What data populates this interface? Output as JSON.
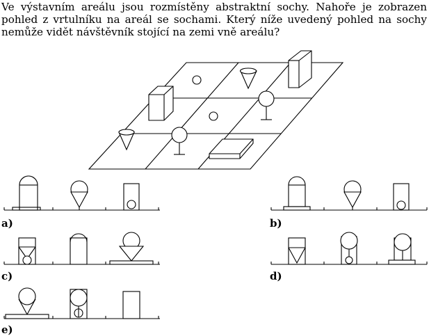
{
  "question": "Ve výstavním areálu jsou rozmístěny abstraktní sochy. Nahoře je zobrazen pohled z vrtulníku na areál se sochami. Který níže uvedený pohled na sochy nemůže vidět návštěvník stojící na zemi vně areálu?",
  "options": [
    {
      "label": "a)"
    },
    {
      "label": "b)"
    },
    {
      "label": "c)"
    },
    {
      "label": "d)"
    },
    {
      "label": "e)"
    }
  ]
}
